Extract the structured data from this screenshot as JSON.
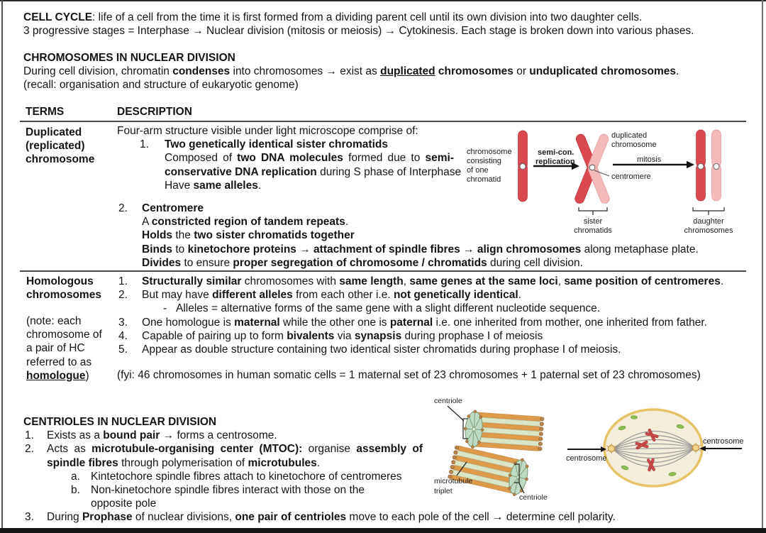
{
  "colors": {
    "text": "#141414",
    "chromatid_dark": "#da4850",
    "chromatid_dark_edge": "#b4343c",
    "chromatid_light": "#f4b9b9",
    "chromatid_light_edge": "#e39c9c",
    "tubule_orange": "#dd9a4b",
    "tubule_green": "#d9e5c4",
    "tubule_cap": "#b9834a",
    "face_green": "#bedac3",
    "face_edge": "#789a72",
    "cell_fill": "#f3edda",
    "cell_border": "#e7c368",
    "spindle_gray": "#9a9a9a",
    "cell_chromosome_red": "#c94a4a",
    "organelle_green": "#8abd52",
    "pole_gold": "#f0d58e",
    "pole_edge": "#c69544"
  },
  "intro": {
    "line1": [
      {
        "t": "CELL CYCLE",
        "b": 1
      },
      {
        "t": ": life of a cell from the time it is first formed from a dividing parent cell until its own division into two daughter cells."
      }
    ],
    "line2": [
      {
        "t": "3 progressive stages = Interphase → Nuclear division (mitosis or meiosis) → Cytokinesis. Each stage is broken down into various phases."
      }
    ]
  },
  "chromosomes_section": {
    "heading": "CHROMOSOMES IN NUCLEAR DIVISION",
    "line1": [
      {
        "t": "During cell division, chromatin "
      },
      {
        "t": "condenses",
        "b": 1
      },
      {
        "t": " into chromosomes → exist as "
      },
      {
        "t": "duplicated",
        "b": 1,
        "u": 1
      },
      {
        "t": " chromosomes",
        "b": 1
      },
      {
        "t": " or "
      },
      {
        "t": "unduplicated chromosomes",
        "b": 1
      },
      {
        "t": "."
      }
    ],
    "line2": "(recall: organisation and structure of eukaryotic genome)"
  },
  "table": {
    "col_terms": "TERMS",
    "col_description": "DESCRIPTION",
    "row1": {
      "term_lines": [
        "Duplicated",
        "(replicated)",
        "chromosome"
      ],
      "intro": "Four-arm structure visible under light microscope comprise of:",
      "item1_num": "1.",
      "item1_title": [
        {
          "t": "Two genetically identical sister chromatids",
          "b": 1
        }
      ],
      "item1_line1": [
        {
          "t": "Composed of "
        },
        {
          "t": "two DNA molecules",
          "b": 1
        },
        {
          "t": " formed due to "
        },
        {
          "t": "semi-",
          "b": 1
        }
      ],
      "item1_line2": [
        {
          "t": "conservative DNA replication",
          "b": 1
        },
        {
          "t": " during S phase of Interphase"
        }
      ],
      "item1_line3": [
        {
          "t": "Have "
        },
        {
          "t": "same alleles",
          "b": 1
        },
        {
          "t": "."
        }
      ],
      "item2_num": "2.",
      "item2_title": [
        {
          "t": "Centromere",
          "b": 1
        }
      ],
      "item2_lines": [
        [
          {
            "t": "A "
          },
          {
            "t": "constricted region of tandem repeats",
            "b": 1
          },
          {
            "t": "."
          }
        ],
        [
          {
            "t": "Holds",
            "b": 1
          },
          {
            "t": " the "
          },
          {
            "t": "two sister chromatids together",
            "b": 1
          }
        ],
        [
          {
            "t": "Binds",
            "b": 1
          },
          {
            "t": " to "
          },
          {
            "t": "kinetochore proteins",
            "b": 1
          },
          {
            "t": " → "
          },
          {
            "t": "attachment of spindle fibres",
            "b": 1
          },
          {
            "t": " → "
          },
          {
            "t": "align chromosomes",
            "b": 1
          },
          {
            "t": " along metaphase plate."
          }
        ],
        [
          {
            "t": "Divides",
            "b": 1
          },
          {
            "t": " to ensure "
          },
          {
            "t": "proper segregation of chromosome / chromatids",
            "b": 1
          },
          {
            "t": " during cell division."
          }
        ]
      ]
    },
    "row2": {
      "term_lines": [
        "Homologous",
        "chromosomes"
      ],
      "note_lines": [
        "(note: each",
        "chromosome of",
        "a pair of HC",
        "referred to as"
      ],
      "note_last": [
        {
          "t": "homologue",
          "b": 1,
          "u": 1
        },
        {
          "t": ")"
        }
      ],
      "item_nums": [
        "1.",
        "2.",
        "3.",
        "4.",
        "5."
      ],
      "items": [
        [
          {
            "t": "Structurally similar",
            "b": 1
          },
          {
            "t": " chromosomes with "
          },
          {
            "t": "same length",
            "b": 1
          },
          {
            "t": ", "
          },
          {
            "t": "same genes at the same loci",
            "b": 1
          },
          {
            "t": ", "
          },
          {
            "t": "same position of centromeres",
            "b": 1
          },
          {
            "t": "."
          }
        ],
        [
          {
            "t": "But may have "
          },
          {
            "t": "different alleles",
            "b": 1
          },
          {
            "t": " from each other i.e. "
          },
          {
            "t": "not genetically identical",
            "b": 1
          },
          {
            "t": "."
          }
        ],
        [
          {
            "t": "One homologue is "
          },
          {
            "t": "maternal",
            "b": 1
          },
          {
            "t": " while the other one is "
          },
          {
            "t": "paternal",
            "b": 1
          },
          {
            "t": " i.e. one inherited from mother, one inherited from father."
          }
        ],
        [
          {
            "t": "Capable of pairing up to form "
          },
          {
            "t": "bivalents",
            "b": 1
          },
          {
            "t": " via "
          },
          {
            "t": "synapsis",
            "b": 1
          },
          {
            "t": " during prophase I of meiosis"
          }
        ],
        [
          {
            "t": "Appear as double structure containing two identical sister chromatids during prophase I of meiosis."
          }
        ]
      ],
      "dash": "-",
      "dash_text": "Alleles = alternative forms of the same gene with a slight different nucleotide sequence.",
      "fyi": "(fyi: 46 chromosomes in human somatic cells = 1 maternal set of 23 chromosomes + 1 paternal set of 23 chromosomes)"
    }
  },
  "centrioles_section": {
    "heading": "CENTRIOLES IN NUCLEAR DIVISION",
    "item1_num": "1.",
    "item1": [
      {
        "t": "Exists as a "
      },
      {
        "t": "bound pair",
        "b": 1
      },
      {
        "t": " → forms a centrosome."
      }
    ],
    "item2_num": "2.",
    "item2_line1": [
      {
        "t": "Acts as "
      },
      {
        "t": "microtubule-organising center (MTOC):",
        "b": 1
      },
      {
        "t": " organise "
      },
      {
        "t": "assembly of",
        "b": 1
      }
    ],
    "item2_line2": [
      {
        "t": "spindle fibres",
        "b": 1
      },
      {
        "t": " through polymerisation of "
      },
      {
        "t": "microtubules",
        "b": 1
      },
      {
        "t": "."
      }
    ],
    "sub_a_num": "a.",
    "sub_a": "Kintetochore spindle fibres attach to kinetochore of centromeres",
    "sub_b_num": "b.",
    "sub_b_line1": "Non-kinetochore spindle fibres interact with those on the",
    "sub_b_line2": "opposite pole",
    "item3_num": "3.",
    "item3": [
      {
        "t": "During "
      },
      {
        "t": "Prophase",
        "b": 1
      },
      {
        "t": " of nuclear divisions, "
      },
      {
        "t": "one pair of centrioles",
        "b": 1
      },
      {
        "t": " move to each pole of the cell → determine cell polarity."
      }
    ]
  },
  "chromosome_diagram": {
    "label_left_lines": [
      "chromosome",
      "consisting",
      "of one",
      "chromatid"
    ],
    "arrow1_label_lines": [
      "semi-con.",
      "replication"
    ],
    "label_duplicated_lines": [
      "duplicated",
      "chromosome"
    ],
    "label_centromere": "centromere",
    "arrow2_label": "mitosis",
    "label_sister_lines": [
      "sister",
      "chromatids"
    ],
    "label_daughter_lines": [
      "daughter",
      "chromosomes"
    ]
  },
  "centriole_diagram": {
    "label_centriole_top": "centriole",
    "label_microtubule_lines": [
      "microtubule",
      "triplet"
    ],
    "label_centriole_bottom": "centriole"
  },
  "cell_diagram": {
    "label_centrosome_left": "centrosome",
    "label_centrosome_right": "centrosome"
  }
}
